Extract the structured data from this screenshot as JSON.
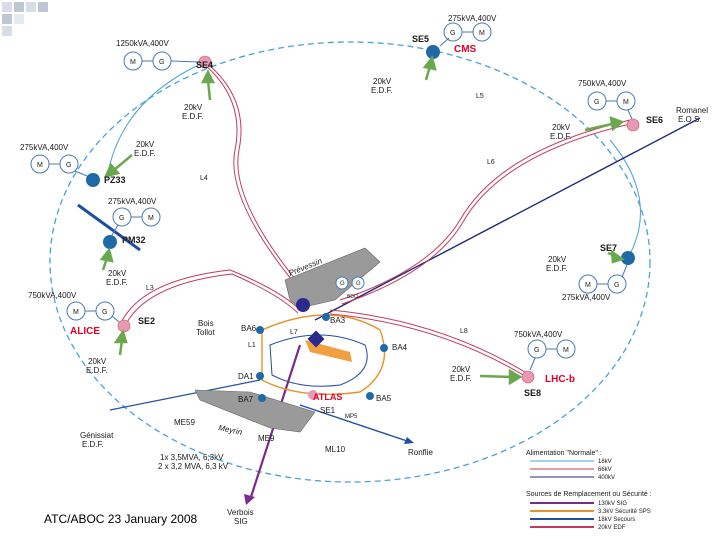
{
  "footer": "ATC/ABOC 23 January 2008",
  "colors": {
    "ring": "#4aa0d8",
    "station": "#e79ab6",
    "node_blue": "#1f6aa6",
    "gen_circle": "#4a7ab0",
    "sig_130kv": "#7a2a8c",
    "security_3kv": "#e8922a",
    "secours_18kv": "#1f4fa0",
    "edf_20kv": "#c53a5a",
    "feed_arrow": "#6aa84f"
  },
  "stations": {
    "se4": "SE4",
    "se5": "SE5",
    "cms": "CMS",
    "se6": "SE6",
    "pz33": "PZ33",
    "pm32": "PM32",
    "se7": "SE7",
    "se2": "SE2",
    "alice": "ALICE",
    "lhcb": "LHC-b",
    "se8": "SE8",
    "atlas": "ATLAS",
    "se1": "SE1",
    "ba6": "BA6",
    "ba3": "BA3",
    "ba4": "BA4",
    "ba5": "BA5",
    "ba7": "BA7",
    "da1": "DA1",
    "bdo": "BDO",
    "me59": "ME59",
    "me9": "ME9",
    "ml10": "ML10"
  },
  "labels": {
    "se4_rating": "1250kVA,400V",
    "se5_rating": "275kVA,400V",
    "se6_rating": "750kVA,400V",
    "pz33_rating": "275kVA,400V",
    "pm32_rating": "275kVA,400V",
    "se2_rating": "750kVA,400V",
    "se7_rating": "275kVA,400V",
    "se8_rating": "750kVA,400V",
    "kv20": "20kV",
    "edf": "E.D.F.",
    "ref": "Romanel",
    "ref_sub": "E.O.S.",
    "boistollot": "Bois",
    "boistollot2": "Tollot",
    "genissiat": "Génissiat",
    "genissiat_sub": "E.D.F.",
    "meyrin": "Meyrin",
    "prevessin": "Prévessin",
    "mvar1": "1x 3,5MVA, 6,3kV",
    "mvar2": "2 x 3,2 MVA, 6,3 kV",
    "verbois": "Verbois",
    "verbois_sub": "SIG",
    "ronflie": "Ronflie",
    "mp5": "MP5",
    "line_l1": "L1",
    "line_l3": "L3",
    "line_l4": "L4",
    "line_l5": "L5",
    "line_l6": "L6",
    "line_l8": "L8",
    "line_l7": "L7",
    "gen_m": "M",
    "gen_g": "G"
  },
  "legend": {
    "title_normal": "Alimentation \"Normale\" :",
    "normal_items": [
      "18kV",
      "66kV",
      "400kV"
    ],
    "title_security": "Sources de Remplacement ou Sécurité :",
    "security_items": [
      "130kV SIG",
      "3.3kV Sécurité SPS",
      "18kV Secours",
      "20kV EDF"
    ]
  }
}
